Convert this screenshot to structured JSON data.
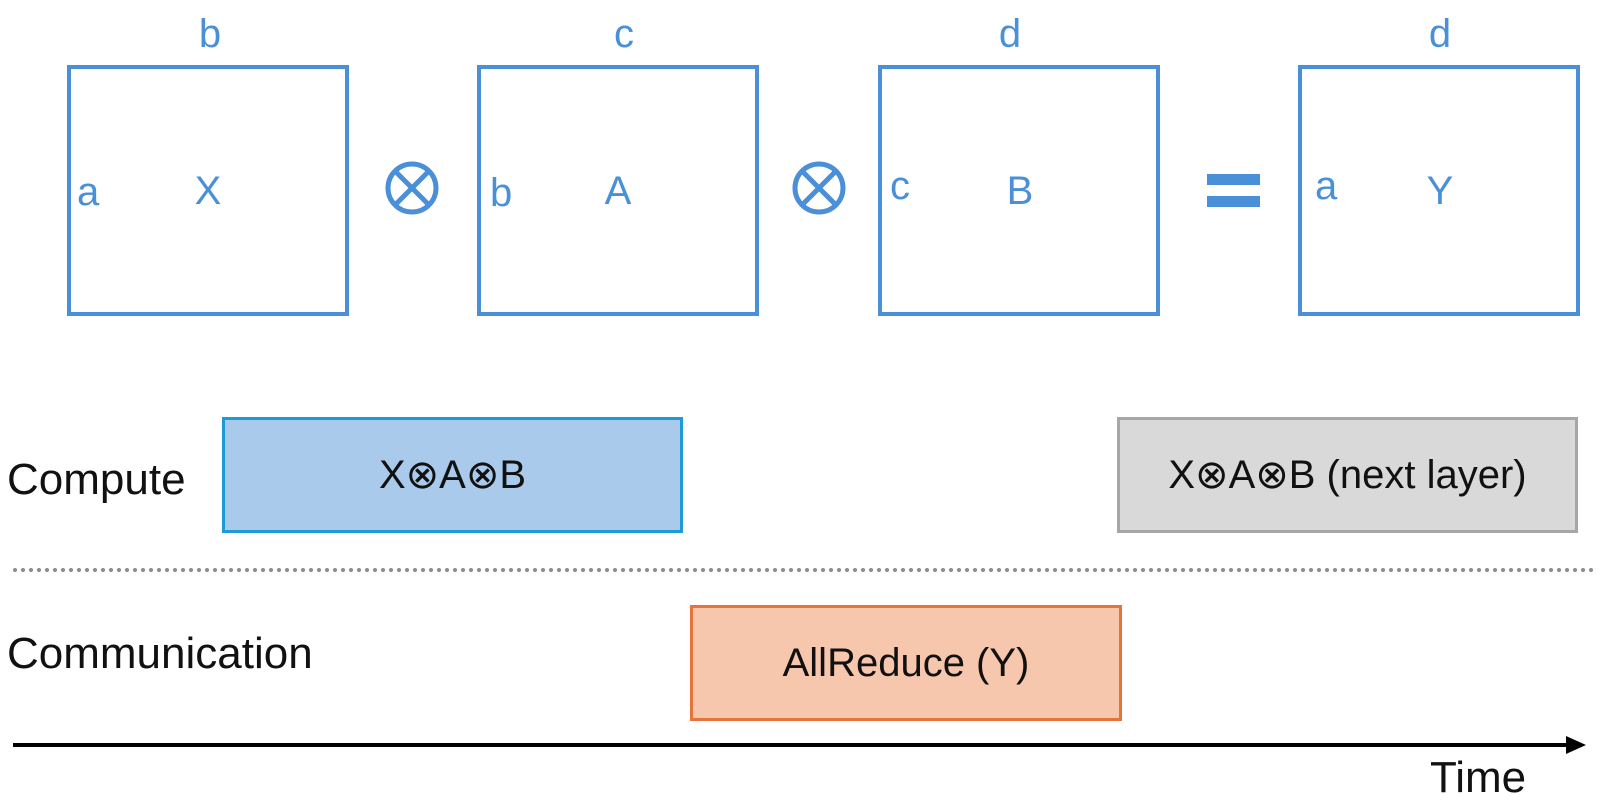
{
  "equation": {
    "matrices": [
      {
        "name": "X",
        "top_dim": "b",
        "left_dim": "a"
      },
      {
        "name": "A",
        "top_dim": "c",
        "left_dim": "b"
      },
      {
        "name": "B",
        "top_dim": "d",
        "left_dim": "c"
      },
      {
        "name": "Y",
        "top_dim": "d",
        "left_dim": "a"
      }
    ],
    "operator_symbol": "⊗",
    "equals_symbol": "="
  },
  "timeline": {
    "compute_label": "Compute",
    "communication_label": "Communication",
    "compute_block": "X⊗A⊗B",
    "next_layer_block": "X⊗A⊗B (next layer)",
    "communication_block": "AllReduce (Y)",
    "axis_label": "Time"
  },
  "colors": {
    "matrix_blue": "#4a90d9",
    "compute_fill": "#a9caeb",
    "compute_border": "#1e9ad6",
    "next_fill": "#d9d9d9",
    "next_border": "#a6a6a6",
    "comm_fill": "#f6c6ad",
    "comm_border": "#e8733a"
  }
}
